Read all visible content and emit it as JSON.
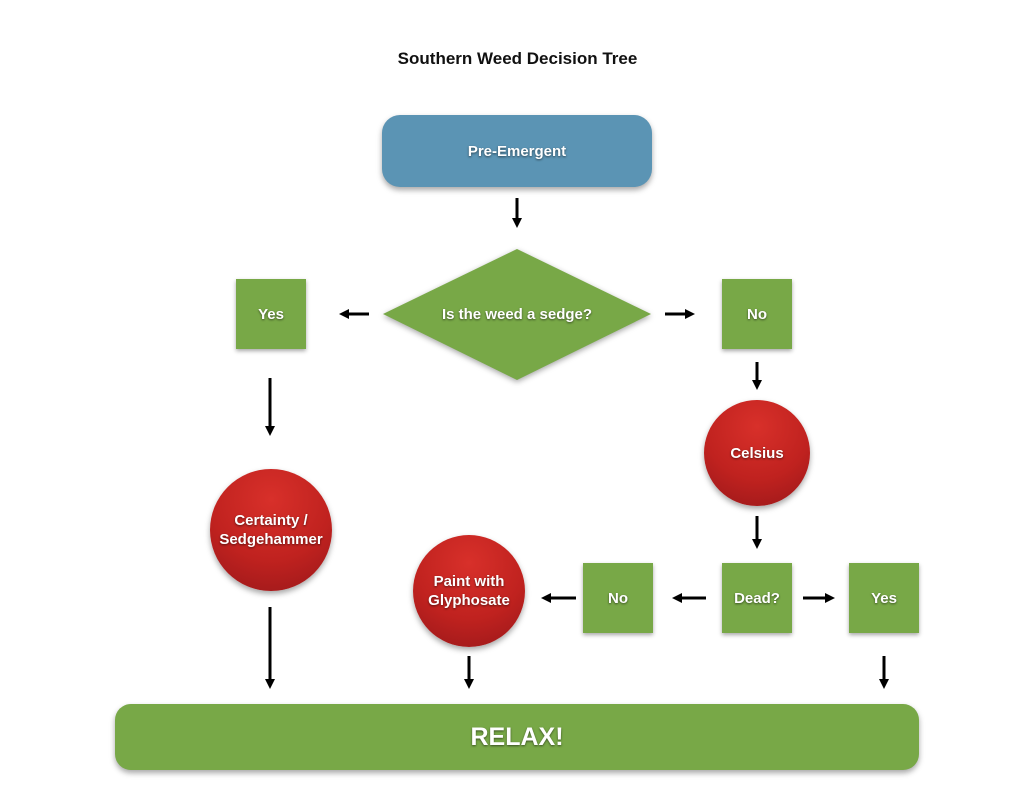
{
  "title": "Southern Weed Decision Tree",
  "nodes": {
    "pre_emergent": "Pre-Emergent",
    "question": "Is the weed a sedge?",
    "yes_sedge": "Yes",
    "no_sedge": "No",
    "certainty_line1": "Certainty /",
    "certainty_line2": "Sedgehammer",
    "celsius": "Celsius",
    "dead": "Dead?",
    "dead_no": "No",
    "dead_yes": "Yes",
    "paint_line1": "Paint with",
    "paint_line2": "Glyphosate",
    "relax": "RELAX!"
  },
  "colors": {
    "start": "#5b94b4",
    "decision": "#78a847",
    "treatment": "#c0221f",
    "end": "#78a847"
  },
  "edges": [
    [
      "Pre-Emergent",
      "Is the weed a sedge?"
    ],
    [
      "Is the weed a sedge?",
      "Yes"
    ],
    [
      "Is the weed a sedge?",
      "No"
    ],
    [
      "Yes",
      "Certainty / Sedgehammer"
    ],
    [
      "Certainty / Sedgehammer",
      "RELAX!"
    ],
    [
      "No",
      "Celsius"
    ],
    [
      "Celsius",
      "Dead?"
    ],
    [
      "Dead?",
      "No"
    ],
    [
      "Dead?",
      "Yes"
    ],
    [
      "No",
      "Paint with Glyphosate"
    ],
    [
      "Paint with Glyphosate",
      "RELAX!"
    ],
    [
      "Yes",
      "RELAX!"
    ]
  ]
}
